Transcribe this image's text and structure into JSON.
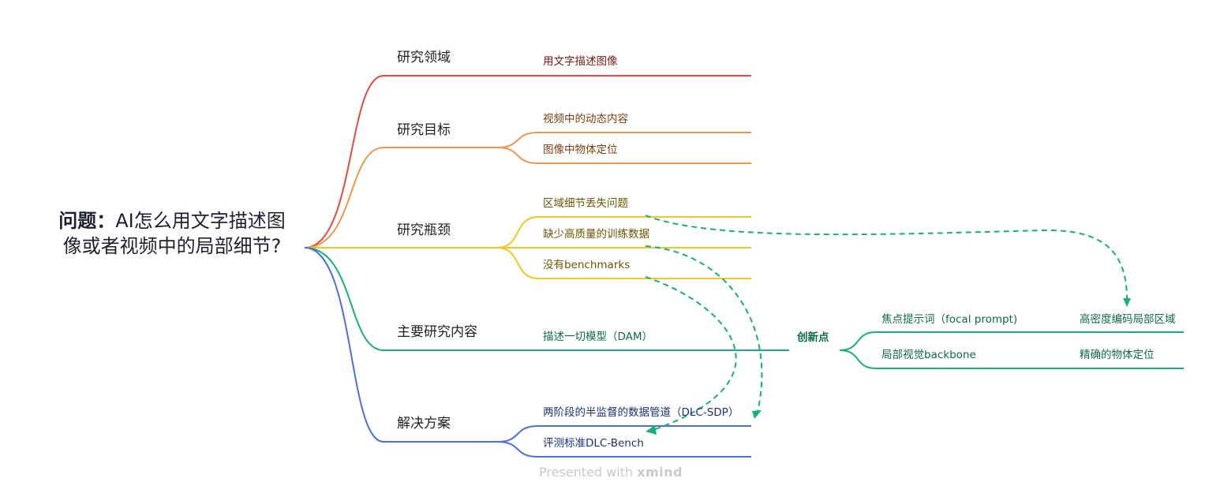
{
  "root": {
    "title_bold": "问题：",
    "title_rest": "AI怎么用文字描述图像或者视频中的局部细节?"
  },
  "branches": {
    "field": {
      "label": "研究领域",
      "color": "#e8483f",
      "children": [
        "用文字描述图像"
      ]
    },
    "goal": {
      "label": "研究目标",
      "color": "#f0964a",
      "children": [
        "视频中的动态内容",
        "图像中物体定位"
      ]
    },
    "bottleneck": {
      "label": "研究瓶颈",
      "color": "#f2c81f",
      "children": [
        "区域细节丢失问题",
        "缺少高质量的训练数据",
        "没有benchmarks"
      ]
    },
    "content": {
      "label": "主要研究内容",
      "color": "#17b07a",
      "child": "描述一切模型（DAM）",
      "innovation": {
        "label": "创新点",
        "items": [
          {
            "name": "焦点提示词（focal prompt)",
            "result": "高密度编码局部区域"
          },
          {
            "name": "局部视觉backbone",
            "result": "精确的物体定位"
          }
        ]
      }
    },
    "solution": {
      "label": "解决方案",
      "color": "#4b6fe0",
      "children": [
        "两阶段的半监督的数据管道（DLC-SDP）",
        "评测标准DLC-Bench"
      ]
    }
  },
  "colors": {
    "connector": "#17b07a",
    "sub_text_field": "#7a1a14",
    "sub_text_goal": "#7a3e10",
    "sub_text_bottleneck": "#6b5400",
    "sub_text_content": "#0d6b49",
    "sub_text_solution": "#1e2f7a"
  },
  "footer": {
    "prefix": "Presented with ",
    "brand": "xmind"
  }
}
